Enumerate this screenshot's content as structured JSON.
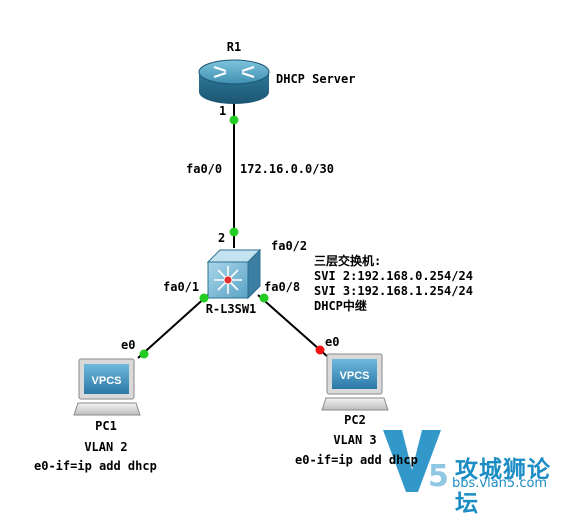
{
  "router": {
    "name": "R1",
    "role": "DHCP Server",
    "port_top": "1"
  },
  "link_router_switch": {
    "interface": "fa0/0",
    "subnet": "172.16.0.0/30"
  },
  "switch": {
    "name": "R-L3SW1",
    "port_top": "2",
    "port_a": "fa0/2",
    "port_left": "fa0/1",
    "port_right": "fa0/8",
    "notes": [
      "三层交换机:",
      "SVI 2:192.168.0.254/24",
      "SVI 3:192.168.1.254/24",
      "DHCP中继"
    ]
  },
  "pc1": {
    "name": "PC1",
    "icon_text": "VPCS",
    "port": "e0",
    "vlan": "VLAN 2",
    "command": "e0-if=ip add dhcp"
  },
  "pc2": {
    "name": "PC2",
    "icon_text": "VPCS",
    "port": "e0",
    "vlan": "VLAN 3",
    "command": "e0-if=ip add dhcp"
  },
  "status_colors": {
    "up": "#22cc22",
    "down": "#ee1111"
  },
  "watermark": {
    "logo": "V5",
    "title": "攻城狮论坛",
    "url": "bbs.vlan5.com"
  }
}
